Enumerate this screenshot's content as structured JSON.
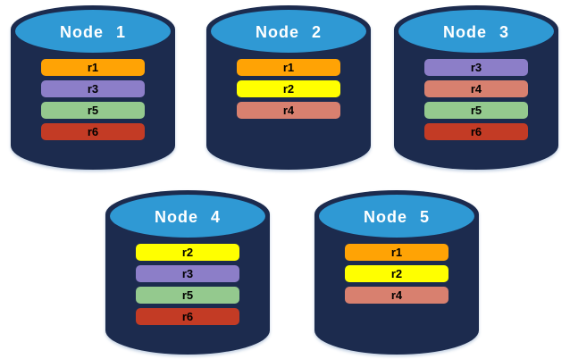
{
  "colors": {
    "background": "#ffffff",
    "cylinder_body": "#1C2B4E",
    "cylinder_top": "#2F99D4",
    "node_label_text": "#ffffff",
    "bar_label_text": "#000000"
  },
  "replica_colors": {
    "r1": "#FFA305",
    "r2": "#FFFF00",
    "r3": "#8C7EC8",
    "r4": "#D8806F",
    "r5": "#94C98E",
    "r6": "#C33B25"
  },
  "nodes": [
    {
      "label": "Node 1",
      "replicas": [
        "r1",
        "r3",
        "r5",
        "r6"
      ]
    },
    {
      "label": "Node 2",
      "replicas": [
        "r1",
        "r2",
        "r4"
      ]
    },
    {
      "label": "Node 3",
      "replicas": [
        "r3",
        "r4",
        "r5",
        "r6"
      ]
    },
    {
      "label": "Node 4",
      "replicas": [
        "r2",
        "r3",
        "r5",
        "r6"
      ]
    },
    {
      "label": "Node 5",
      "replicas": [
        "r1",
        "r2",
        "r4"
      ]
    }
  ]
}
